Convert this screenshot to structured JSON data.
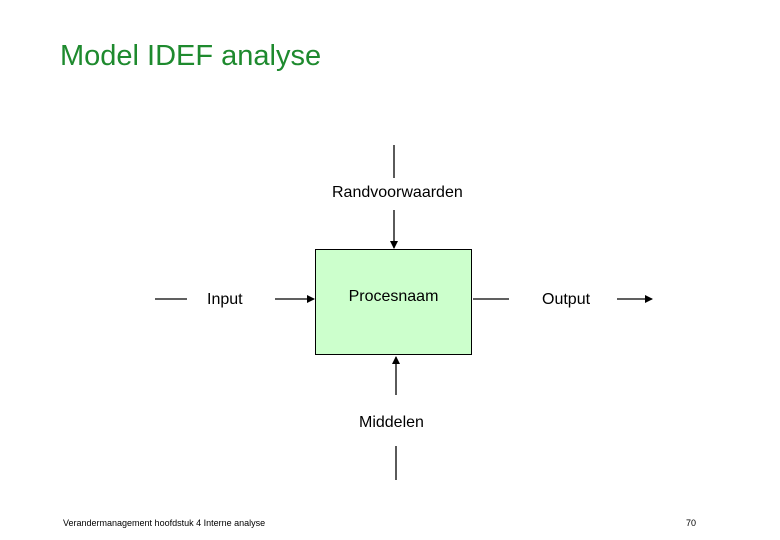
{
  "slide": {
    "title": "Model IDEF analyse"
  },
  "diagram": {
    "process": "Procesnaam",
    "control": "Randvoorwaarden",
    "input": "Input",
    "output": "Output",
    "mechanism": "Middelen",
    "box_color": "#ccffcc"
  },
  "footer": {
    "left_text": "Verandermanagement hoofdstuk 4 Interne analyse",
    "page_number": "70"
  }
}
